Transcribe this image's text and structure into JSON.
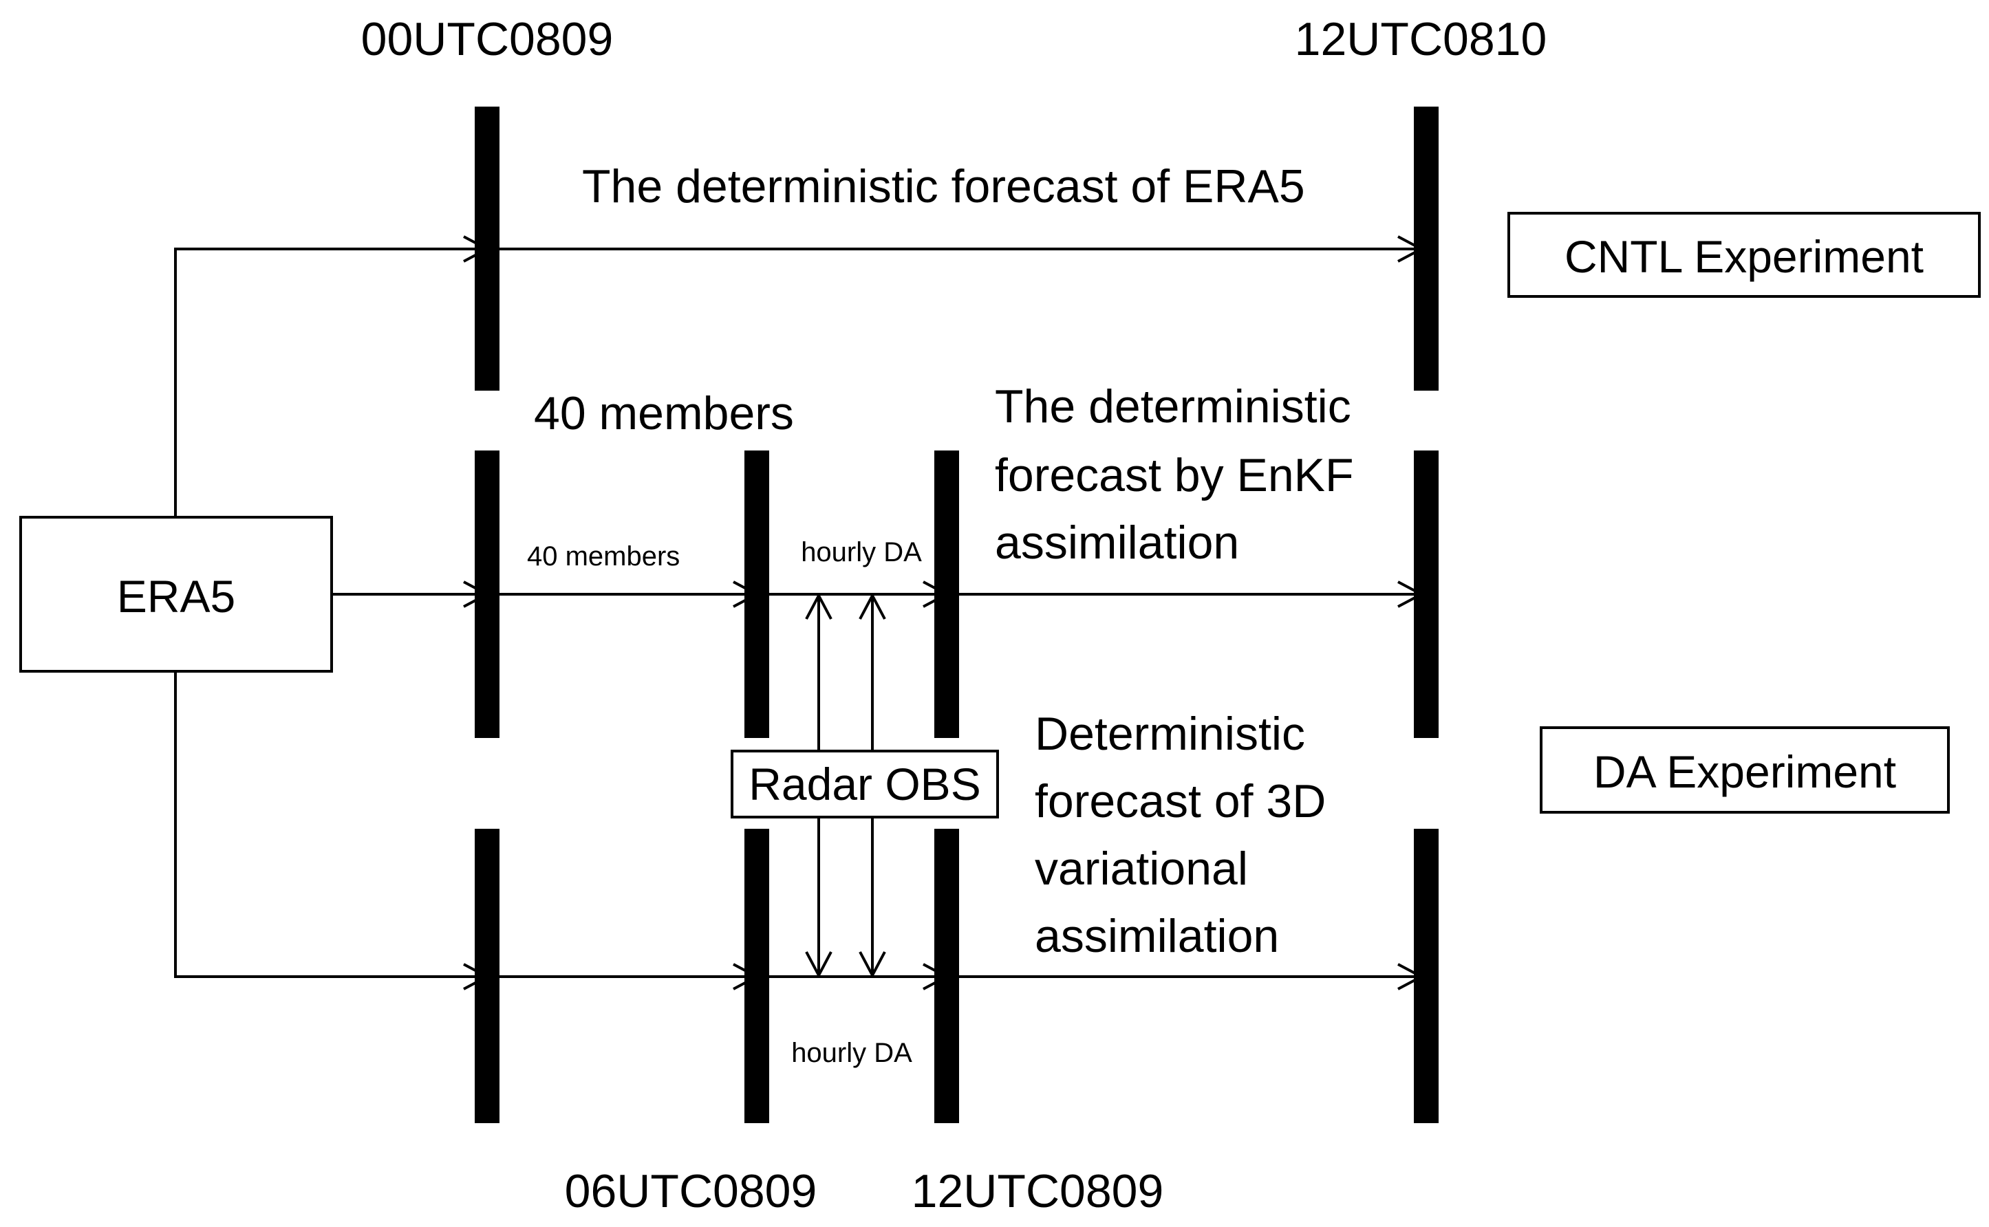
{
  "times": {
    "t1": "00UTC0809",
    "t2": "12UTC0810",
    "t3": "06UTC0809",
    "t4": "12UTC0809"
  },
  "boxes": {
    "source": "ERA5",
    "radar": "Radar OBS",
    "cntl": "CNTL Experiment",
    "da": "DA Experiment"
  },
  "labels": {
    "cntl_forecast": "The deterministic forecast of ERA5",
    "members_top": "40 members",
    "members_small": "40 members",
    "enkf_line1": "The deterministic",
    "enkf_line2": "forecast by EnKF",
    "enkf_line3": "assimilation",
    "hourly_top": "hourly DA",
    "hourly_bottom": "hourly DA",
    "var_line1": "Deterministic",
    "var_line2": "forecast of 3D",
    "var_line3": "variational",
    "var_line4": "assimilation"
  }
}
